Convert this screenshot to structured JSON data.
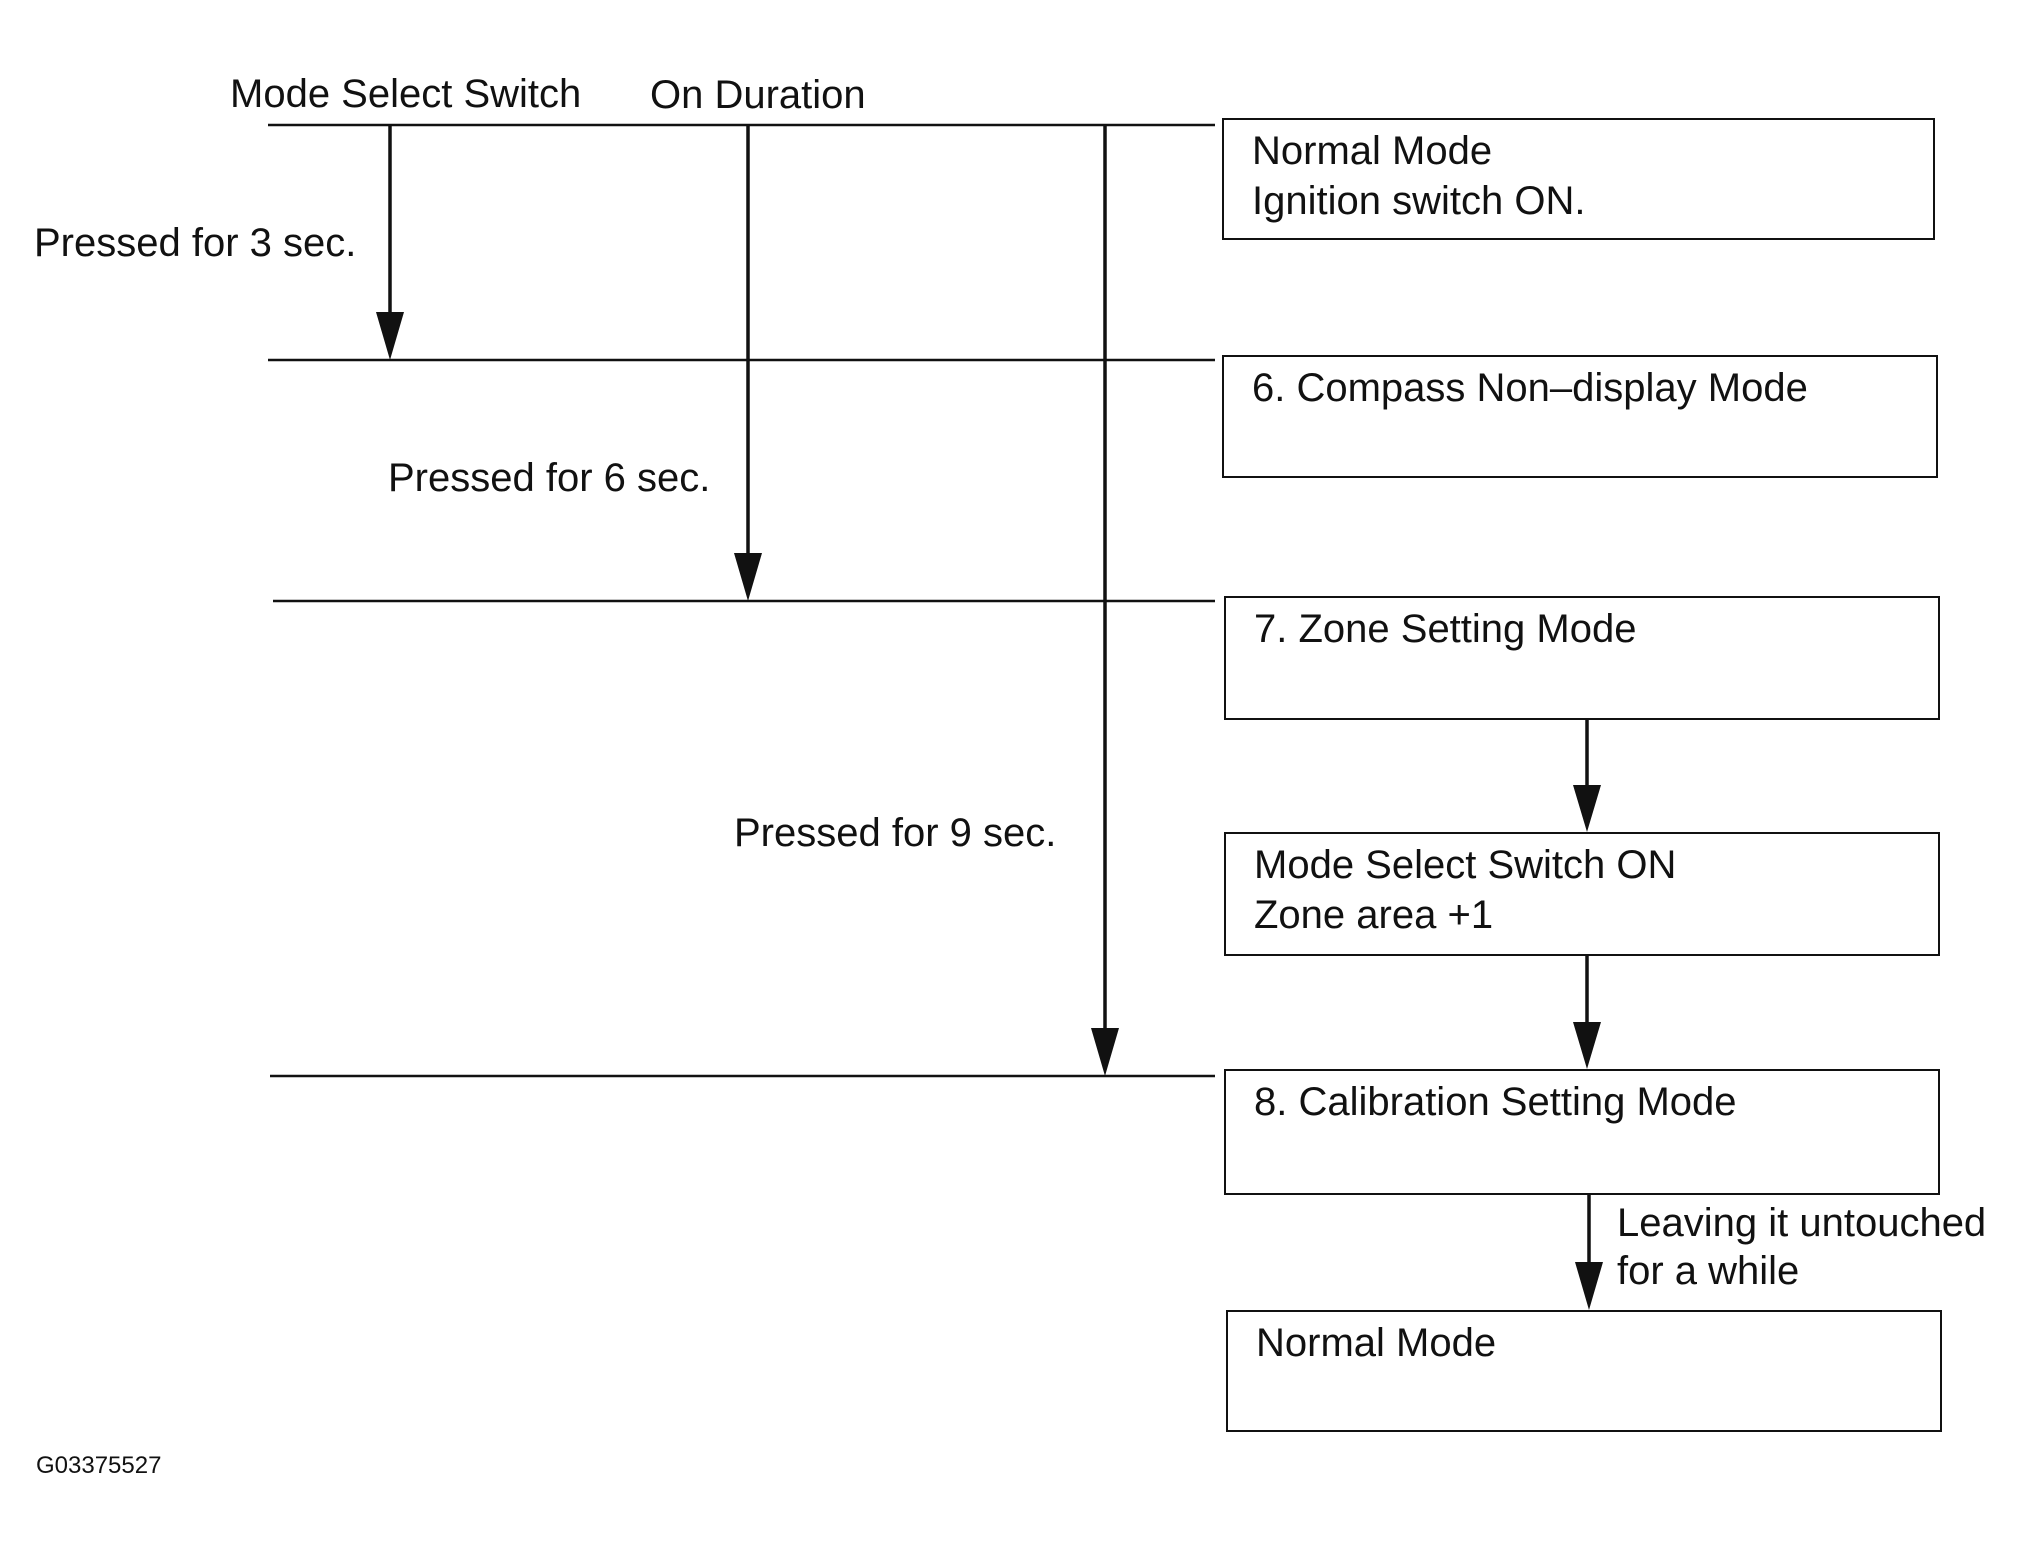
{
  "header": {
    "switch_label": "Mode Select Switch",
    "duration_label": "On Duration"
  },
  "durations": [
    "Pressed for 3 sec.",
    "Pressed for 6 sec.",
    "Pressed for 9 sec."
  ],
  "modes": [
    {
      "title": "Normal Mode",
      "detail": "Ignition switch ON."
    },
    {
      "title": "6. Compass Non–display Mode",
      "detail": ""
    },
    {
      "title": "7. Zone Setting Mode",
      "detail": ""
    },
    {
      "title": "Mode Select Switch ON",
      "detail": "Zone area +1"
    },
    {
      "title": "8. Calibration Setting Mode",
      "detail": ""
    },
    {
      "title": "Normal Mode",
      "detail": ""
    }
  ],
  "timeout_note": {
    "line1": "Leaving it untouched",
    "line2": "for a while"
  },
  "figure_id": "G03375527"
}
